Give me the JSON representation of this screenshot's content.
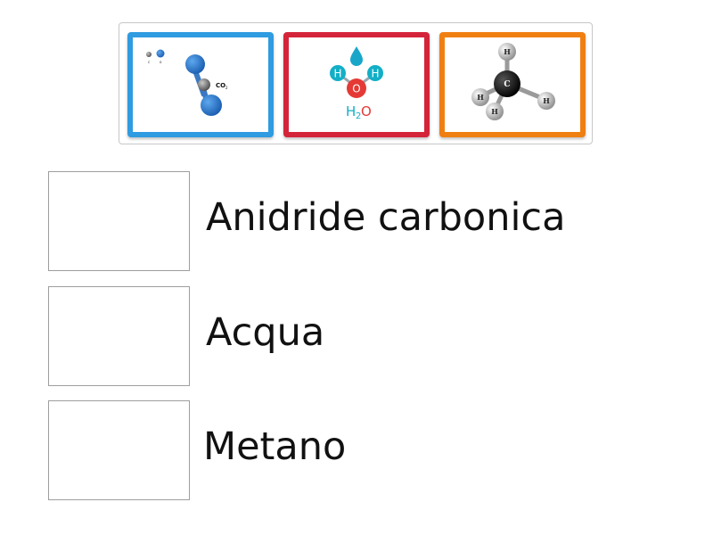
{
  "tray": {
    "cards": [
      {
        "id": "co2",
        "border_color": "#2f9be0",
        "molecule_text": "CO",
        "molecule_sub": "2",
        "atom_labels": [
          "c",
          "o"
        ]
      },
      {
        "id": "h2o",
        "border_color": "#d4243a",
        "atom_labels": [
          "H",
          "O",
          "H"
        ],
        "formula_main": "H",
        "formula_sub": "2",
        "formula_end": "O"
      },
      {
        "id": "ch4",
        "border_color": "#f07f12",
        "atom_labels": [
          "H",
          "C",
          "H",
          "H",
          "H"
        ]
      }
    ]
  },
  "rows": [
    {
      "label": "Anidride carbonica"
    },
    {
      "label": "Acqua"
    },
    {
      "label": "Metano"
    }
  ],
  "colors": {
    "co2_sphere": "#2473c6",
    "carbon_gray": "#7d7d7d",
    "water_teal": "#12afc7",
    "water_red": "#e53935",
    "water_drop": "#1aa6c9",
    "methane_carbon": "#111111",
    "methane_h": "#d9d9d9"
  }
}
